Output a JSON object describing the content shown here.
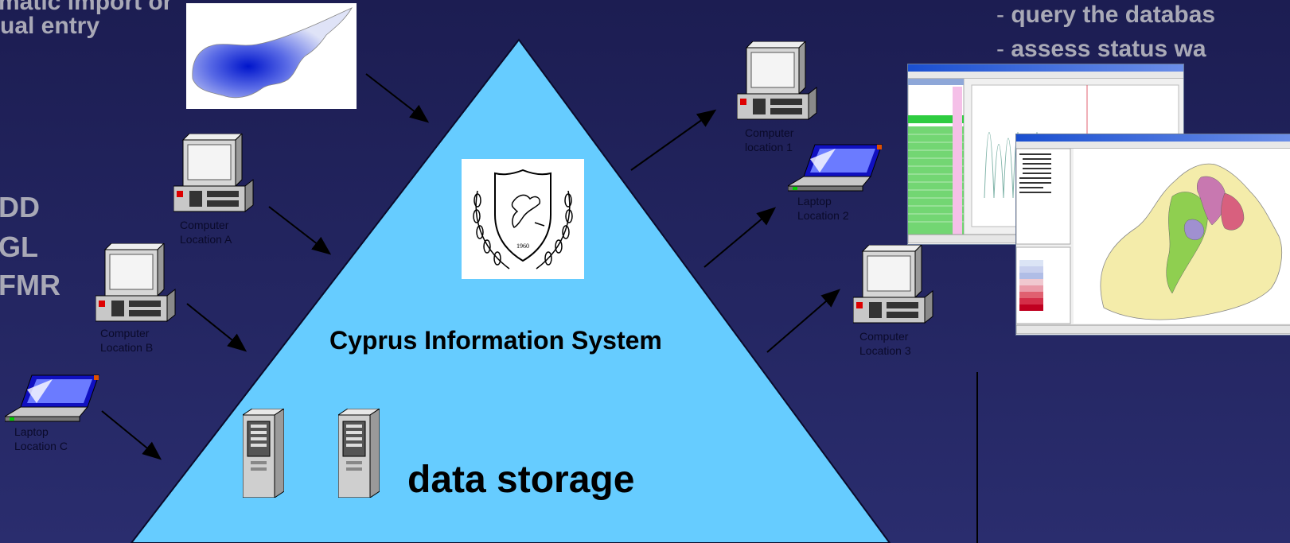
{
  "left_text": {
    "line1": "matic import or",
    "line2": "ual entry",
    "abbr1": "DD",
    "abbr2": "GL",
    "abbr3": "FMR"
  },
  "right_text": {
    "bullet1_dash": "-",
    "bullet1": "query the databas",
    "bullet2_dash": "-",
    "bullet2": "assess status wa"
  },
  "pyramid": {
    "title": "Cyprus Information System",
    "storage_label": "data storage",
    "emblem_year": "1960"
  },
  "inputs": [
    {
      "line1": "Computer",
      "line2": "Location A"
    },
    {
      "line1": "Computer",
      "line2": "Location B"
    },
    {
      "line1": "Laptop",
      "line2": "Location C"
    }
  ],
  "outputs": [
    {
      "line1": "Computer",
      "line2": "location 1"
    },
    {
      "line1": "Laptop",
      "line2": "Location 2"
    },
    {
      "line1": "Computer",
      "line2": "Location 3"
    }
  ],
  "colors": {
    "background": "#1f2160",
    "pyramid": "#66ccff",
    "grey_text": "#a9a9b6"
  }
}
